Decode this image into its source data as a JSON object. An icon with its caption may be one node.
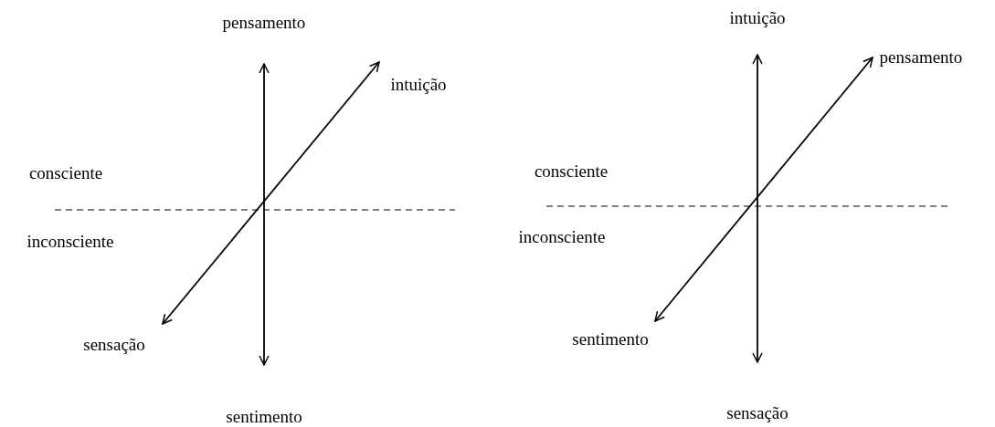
{
  "diagram": {
    "labels": [
      "intuição",
      "pensamento",
      "pensamento",
      "intuição",
      "consciente",
      "consciente",
      "inconsciente",
      "inconsciente",
      "sentimento",
      "sensação",
      "sensação",
      "sentimento"
    ]
  }
}
